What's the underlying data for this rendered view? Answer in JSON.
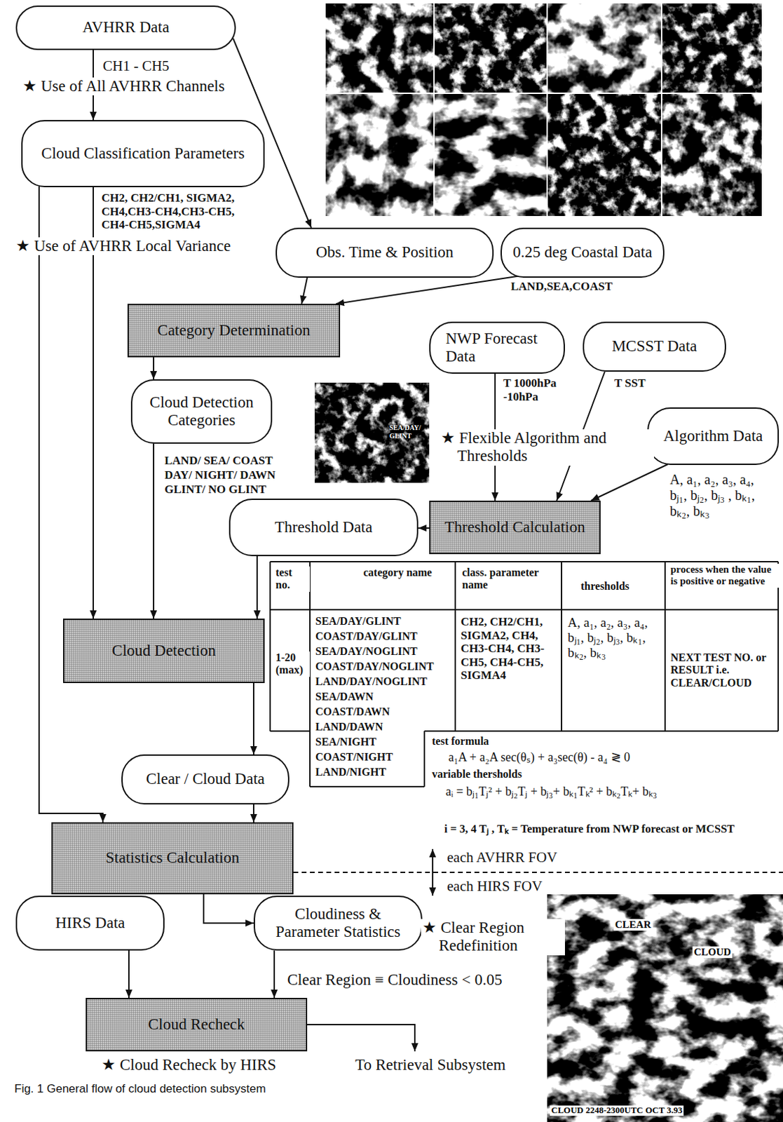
{
  "diagram": {
    "caption": "Fig. 1 General flow of cloud detection subsystem",
    "nodes": [
      {
        "text": [
          "AVHRR Data"
        ]
      },
      {
        "text": [
          "Cloud Classification Parameters"
        ]
      },
      {
        "text": [
          "Obs. Time & Position"
        ]
      },
      {
        "text": [
          "0.25 deg Coastal Data"
        ]
      },
      {
        "text": [
          "Category Determination"
        ]
      },
      {
        "text": [
          "NWP Forecast Data"
        ]
      },
      {
        "text": [
          "MCSST Data"
        ]
      },
      {
        "text": [
          "Cloud Detection Categories"
        ]
      },
      {
        "text": [
          "Algorithm Data"
        ]
      },
      {
        "text": [
          "Threshold Data"
        ]
      },
      {
        "text": [
          "Threshold Calculation"
        ]
      },
      {
        "text": [
          "Cloud Detection"
        ]
      },
      {
        "text": [
          "Clear / Cloud Data"
        ]
      },
      {
        "text": [
          "Statistics Calculation"
        ]
      },
      {
        "text": [
          "HIRS Data"
        ]
      },
      {
        "text": [
          "Cloudiness & Parameter Statistics"
        ]
      },
      {
        "text": [
          "Cloud Recheck"
        ]
      }
    ],
    "edges": [
      {
        "from": 0,
        "to": 1,
        "arrow": "to"
      },
      {
        "from": 0,
        "to": 2,
        "arrow": "to"
      },
      {
        "from": 1,
        "to": 11,
        "arrow": "to"
      },
      {
        "from": 1,
        "to": 13,
        "arrow": "to"
      },
      {
        "from": 2,
        "to": 4,
        "arrow": "to"
      },
      {
        "from": 3,
        "to": 4,
        "arrow": "to"
      },
      {
        "from": 4,
        "to": 7,
        "arrow": "to"
      },
      {
        "from": 7,
        "to": 11,
        "arrow": "to"
      },
      {
        "from": 5,
        "to": 10,
        "arrow": "to"
      },
      {
        "from": 6,
        "to": 10,
        "arrow": "to"
      },
      {
        "from": 8,
        "to": 10,
        "arrow": "to"
      },
      {
        "from": 10,
        "to": 9,
        "arrow": "to"
      },
      {
        "from": 9,
        "to": 11,
        "arrow": "to"
      },
      {
        "from": 11,
        "to": 12,
        "arrow": "to"
      },
      {
        "from": 12,
        "to": 13,
        "arrow": "to"
      },
      {
        "from": 13,
        "to": 15,
        "arrow": "to"
      },
      {
        "from": 14,
        "to": 16,
        "arrow": "to"
      },
      {
        "from": 15,
        "to": 16,
        "arrow": "to"
      }
    ],
    "labels": [
      "CH1 - CH5",
      "★ Use of All AVHRR Channels",
      "CH2, CH2/CH1, SIGMA2, CH4,CH3-CH4,CH3-CH5, CH4-CH5,SIGMA4",
      "★ Use of AVHRR Local Variance",
      "LAND,SEA,COAST",
      "T 1000hPa -10hPa",
      "T SST",
      "★ Flexible Algorithm and Thresholds",
      "LAND/ SEA/ COAST",
      "DAY/ NIGHT/ DAWN",
      "GLINT/ NO GLINT",
      "SEA/DAY/ GLINT",
      "A, a₁, a₂, a₃, a₄, bⱼ₁, bⱼ₂, bⱼ₃ , bₖ₁, bₖ₂, bₖ₃",
      "test no.",
      "category name",
      "class. parameter name",
      "thresholds",
      "process when the value is positive or negative",
      "1-20 (max)",
      "SEA/DAY/GLINT",
      "COAST/DAY/GLINT",
      "SEA/DAY/NOGLINT",
      "COAST/DAY/NOGLINT",
      "LAND/DAY/NOGLINT",
      "SEA/DAWN",
      "COAST/DAWN",
      "LAND/DAWN",
      "SEA/NIGHT",
      "COAST/NIGHT",
      "LAND/NIGHT",
      "CH2, CH2/CH1, SIGMA2, CH4, CH3-CH4, CH3-CH5, CH4-CH5, SIGMA4",
      "A, a₁, a₂, a₃, a₄, bⱼ₁, bⱼ₂, bⱼ₃, bₖ₁, bₖ₂, bₖ₃",
      "NEXT TEST NO. or RESULT i.e. CLEAR/CLOUD",
      "test formula",
      "a₁A + a₂A sec(θₛ) + a₃sec(θ) - a₄ ≷ 0",
      "variable thersholds",
      "aᵢ = bⱼ₁Tⱼ² + bⱼ₂Tⱼ + bⱼ₃+ bₖ₁Tₖ² + bₖ₂Tₖ+ bₖ₃",
      "i = 3, 4 Tⱼ , Tₖ = Temperature from NWP forecast or MCSST",
      "each AVHRR FOV",
      "each HIRS FOV",
      "★ Clear Region Redefinition",
      "Clear Region ≡ Cloudiness < 0.05",
      "CLEAR",
      "CLOUD",
      "CLOUD 2248-2300UTC OCT 3.93",
      "★ Cloud Recheck by HIRS",
      "To Retrieval Subsystem"
    ]
  }
}
